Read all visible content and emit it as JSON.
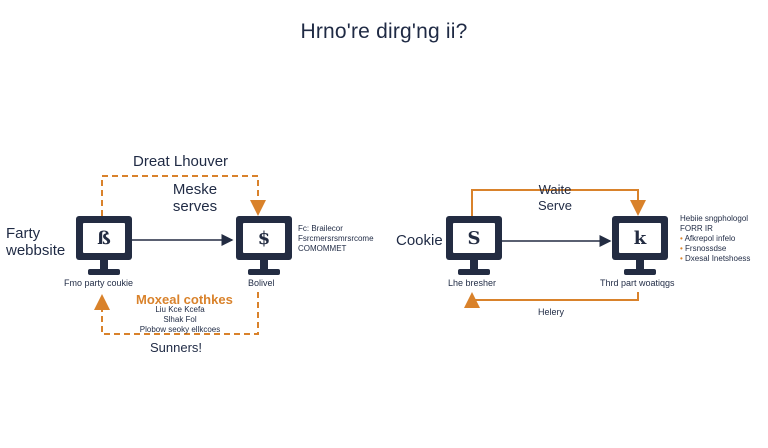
{
  "title": "Hrno're dirg'ng ii?",
  "left": {
    "top_label": "Dreat Lhouver",
    "middle_label": "Meske\nserves",
    "source_label": "Farty\nwebbsite",
    "source_glyph": "ß",
    "target_glyph": "$",
    "source_caption": "Fmo party coukie",
    "target_caption": "Bolivel",
    "target_notes": [
      "Fc: Brailecor",
      "Fsrcmersrsmrsrcome",
      "COMOMMET"
    ],
    "bottom_orange": "Moxeal cothkes",
    "bottom_notes": [
      "Liu Kce Kcefa",
      "Slhak Fol",
      "Plobow seoky ellkcoes"
    ],
    "bottom_label": "Sunners!"
  },
  "right": {
    "top_label": "Waite\nServe",
    "source_label": "Cookie",
    "source_glyph": "S",
    "target_glyph": "k",
    "source_caption": "Lhe bresher",
    "target_caption": "Thrd part woatiqgs",
    "bottom_label": "Helery",
    "side_title": "Hebiie sngphologol",
    "side_subtitle": "FORR IR",
    "side_bullets": [
      "Afkrepol infelo",
      "Frsnossdse",
      "Dxesal Inetshoess"
    ]
  },
  "colors": {
    "navy": "#232c42",
    "orange": "#d9822b",
    "text": "#1f2a44"
  },
  "icons": [
    "monitor-icon",
    "arrowhead-icon"
  ]
}
